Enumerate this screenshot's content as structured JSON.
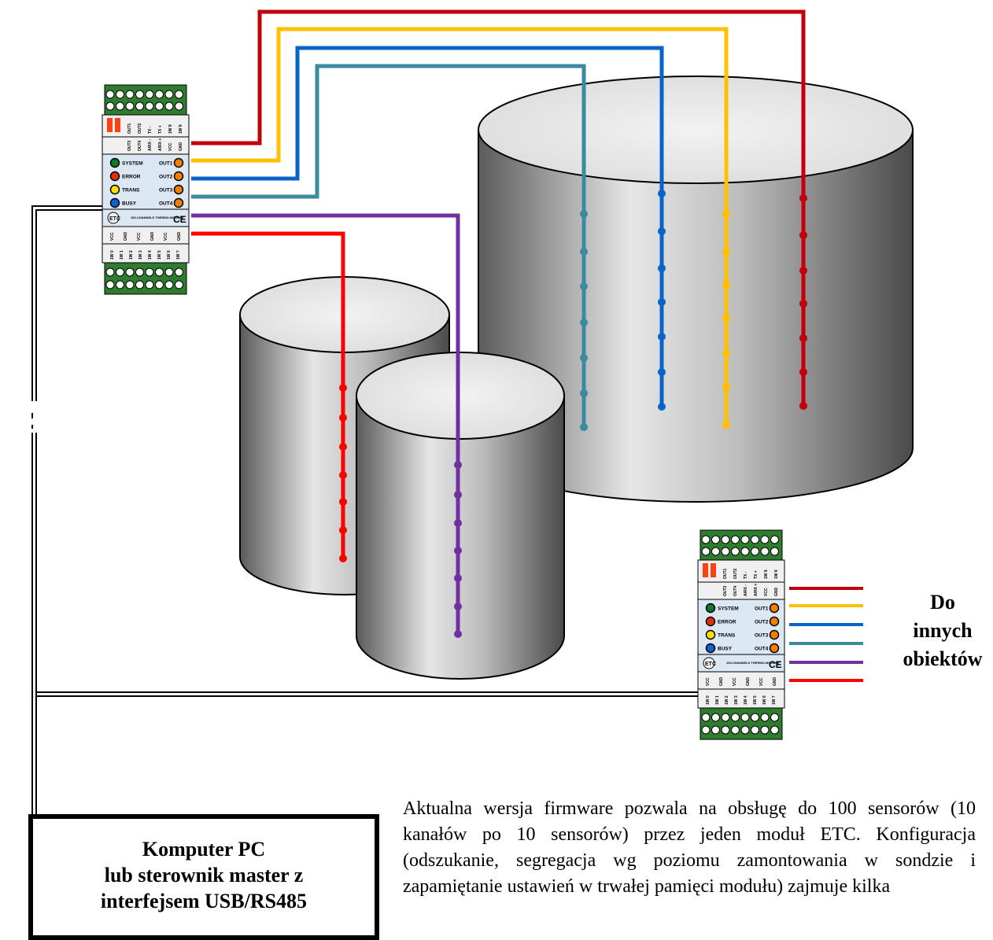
{
  "module": {
    "leds": [
      "SYSTEM",
      "ERROR",
      "TRANS",
      "BUSY"
    ],
    "outs": [
      "OUT1",
      "OUT2",
      "OUT3",
      "OUT4"
    ],
    "led_colors": [
      "#0a7a2a",
      "#e03010",
      "#ffe000",
      "#1060d0"
    ],
    "out_color": "#f08000",
    "logo": "ETC",
    "model_text": "100-CHANNELS THERMO-MODULE",
    "ce": "CE",
    "top_row_labels": [
      "OUT1",
      "OUT2",
      "TX -",
      "TX +",
      "1W 9",
      "1W 8"
    ],
    "second_row_labels": [
      "OUT3",
      "OUT4",
      "A/RX -",
      "A/RX +",
      "VCC",
      "GND"
    ],
    "third_row_labels": [
      "VCC",
      "GND",
      "VCC",
      "GND",
      "VCC",
      "GND"
    ],
    "bottom_row_labels": [
      "1W 0",
      "1W 1",
      "1W 2",
      "1W 3",
      "1W 4",
      "1W 5",
      "1W 6",
      "1W 7"
    ]
  },
  "wire_colors": {
    "red_dark": "#c0000a",
    "yellow": "#ffc000",
    "blue": "#0a64c8",
    "teal": "#3a8aa0",
    "purple": "#7030a0",
    "red": "#ff0000"
  },
  "labels": {
    "other_objects": [
      "Do",
      "innych",
      "obiektów"
    ],
    "pc_box": [
      "Komputer PC",
      "lub sterownik master z",
      "interfejsem USB/RS485"
    ],
    "description": "Aktualna wersja firmware pozwala na obsługę do 100 sensorów (10 kanałów po 10 sensorów) przez jeden moduł ETC. Konfiguracja (odszukanie, segregacja wg poziomu zamontowania w sondzie i zapamiętanie ustawień w trwałej pamięci modułu) zajmuje kilka"
  }
}
